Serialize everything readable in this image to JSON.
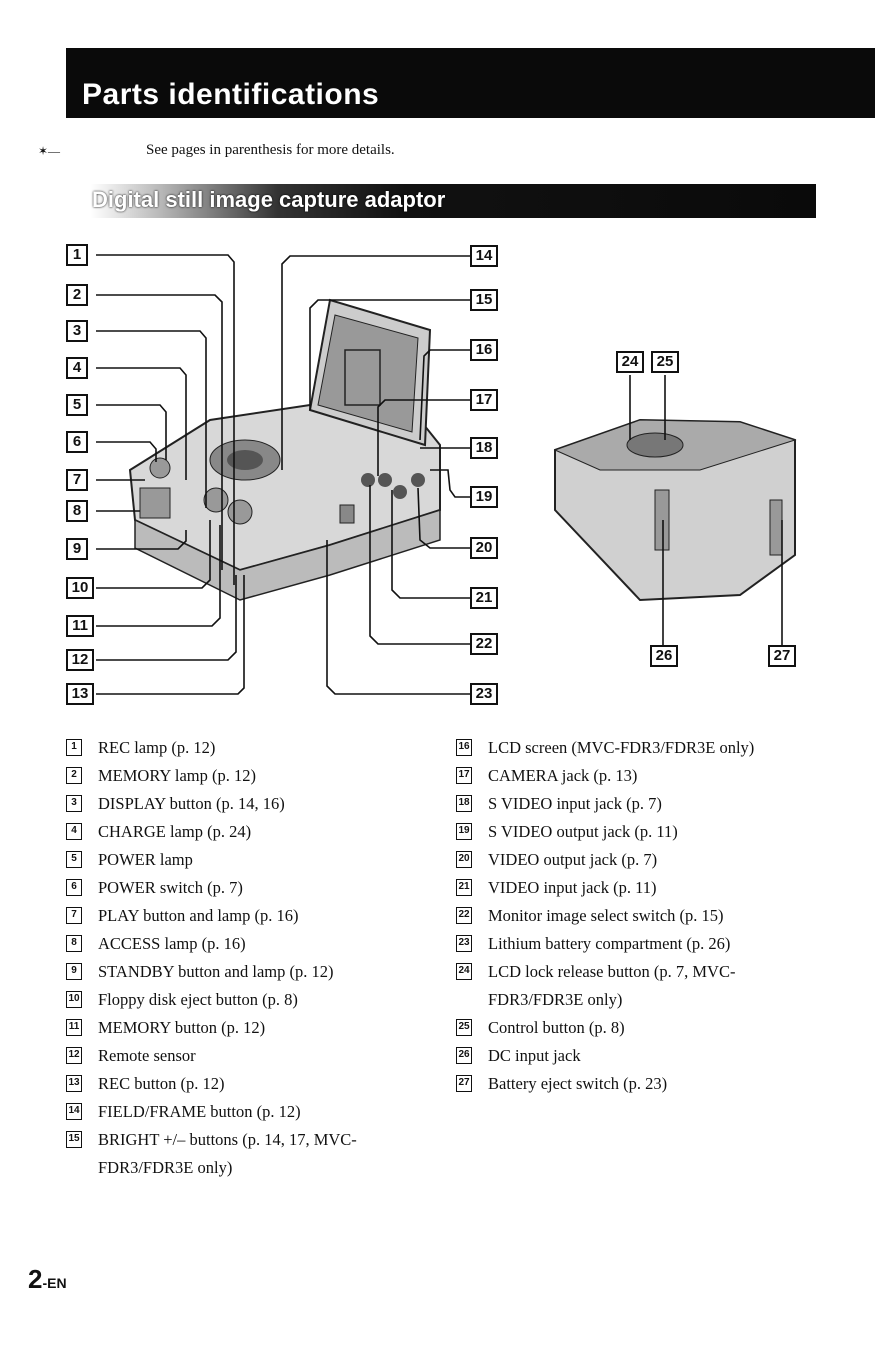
{
  "header": {
    "title": "Parts identifications"
  },
  "intro": "See pages in parenthesis for more details.",
  "section": {
    "title": "Digital still image capture adaptor"
  },
  "callouts": [
    "1",
    "2",
    "3",
    "4",
    "5",
    "6",
    "7",
    "8",
    "9",
    "10",
    "11",
    "12",
    "13",
    "14",
    "15",
    "16",
    "17",
    "18",
    "19",
    "20",
    "21",
    "22",
    "23",
    "24",
    "25",
    "26",
    "27"
  ],
  "parts_left": [
    {
      "num": "1",
      "text": "REC lamp (p. 12)"
    },
    {
      "num": "2",
      "text": "MEMORY lamp (p. 12)"
    },
    {
      "num": "3",
      "text": "DISPLAY button (p. 14, 16)"
    },
    {
      "num": "4",
      "text": "CHARGE lamp (p. 24)"
    },
    {
      "num": "5",
      "text": "POWER lamp"
    },
    {
      "num": "6",
      "text": "POWER switch (p. 7)"
    },
    {
      "num": "7",
      "text": "PLAY button and lamp (p. 16)"
    },
    {
      "num": "8",
      "text": "ACCESS lamp (p. 16)"
    },
    {
      "num": "9",
      "text": "STANDBY button and lamp (p. 12)"
    },
    {
      "num": "10",
      "text": "Floppy disk eject button (p. 8)"
    },
    {
      "num": "11",
      "text": "MEMORY button (p. 12)"
    },
    {
      "num": "12",
      "text": "Remote sensor"
    },
    {
      "num": "13",
      "text": "REC button (p. 12)"
    },
    {
      "num": "14",
      "text": "FIELD/FRAME button (p. 12)"
    },
    {
      "num": "15",
      "text": "BRIGHT +/– buttons (p. 14, 17, MVC-FDR3/FDR3E only)"
    }
  ],
  "parts_right": [
    {
      "num": "16",
      "text": "LCD screen (MVC-FDR3/FDR3E only)"
    },
    {
      "num": "17",
      "text": "CAMERA jack (p. 13)"
    },
    {
      "num": "18",
      "text": "S VIDEO input jack (p. 7)"
    },
    {
      "num": "19",
      "text": "S VIDEO output jack (p. 11)"
    },
    {
      "num": "20",
      "text": "VIDEO output jack (p. 7)"
    },
    {
      "num": "21",
      "text": "VIDEO input jack (p. 11)"
    },
    {
      "num": "22",
      "text": "Monitor image select switch (p. 15)"
    },
    {
      "num": "23",
      "text": "Lithium battery compartment (p. 26)"
    },
    {
      "num": "24",
      "text": "LCD lock release button (p. 7, MVC-FDR3/FDR3E only)"
    },
    {
      "num": "25",
      "text": "Control button (p. 8)"
    },
    {
      "num": "26",
      "text": "DC input jack"
    },
    {
      "num": "27",
      "text": "Battery eject switch (p. 23)"
    }
  ],
  "footer": {
    "page": "2",
    "suffix": "-EN"
  }
}
